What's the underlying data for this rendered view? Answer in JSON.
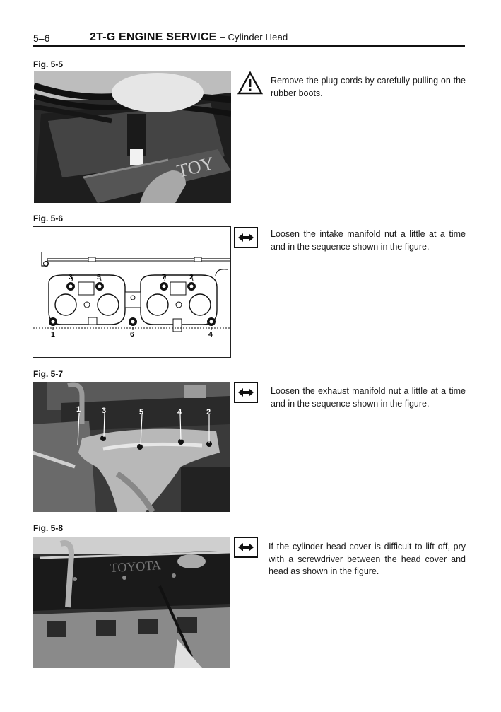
{
  "header": {
    "page_number": "5–6",
    "title": "2T-G ENGINE SERVICE",
    "subtitle": "– Cylinder Head"
  },
  "figures": [
    {
      "label": "Fig. 5-5",
      "icon": "warning-triangle-icon",
      "text": "Remove the plug cords by carefully pulling on the rubber boots."
    },
    {
      "label": "Fig. 5-6",
      "icon": "double-arrow-icon",
      "text": "Loosen the intake manifold nut a little at a time and in the sequence shown in the figure.",
      "sequence_numbers": [
        "3",
        "5",
        "7",
        "2",
        "1",
        "6",
        "4"
      ]
    },
    {
      "label": "Fig. 5-7",
      "icon": "double-arrow-icon",
      "text": "Loosen the exhaust manifold nut a little at a time and in the sequence shown in the figure.",
      "sequence_numbers": [
        "1",
        "3",
        "5",
        "4",
        "2"
      ]
    },
    {
      "label": "Fig. 5-8",
      "icon": "double-arrow-icon",
      "text": "If the cylinder head cover is difficult to lift off, pry with a screwdriver between the head cover and head as shown in the figure."
    }
  ]
}
